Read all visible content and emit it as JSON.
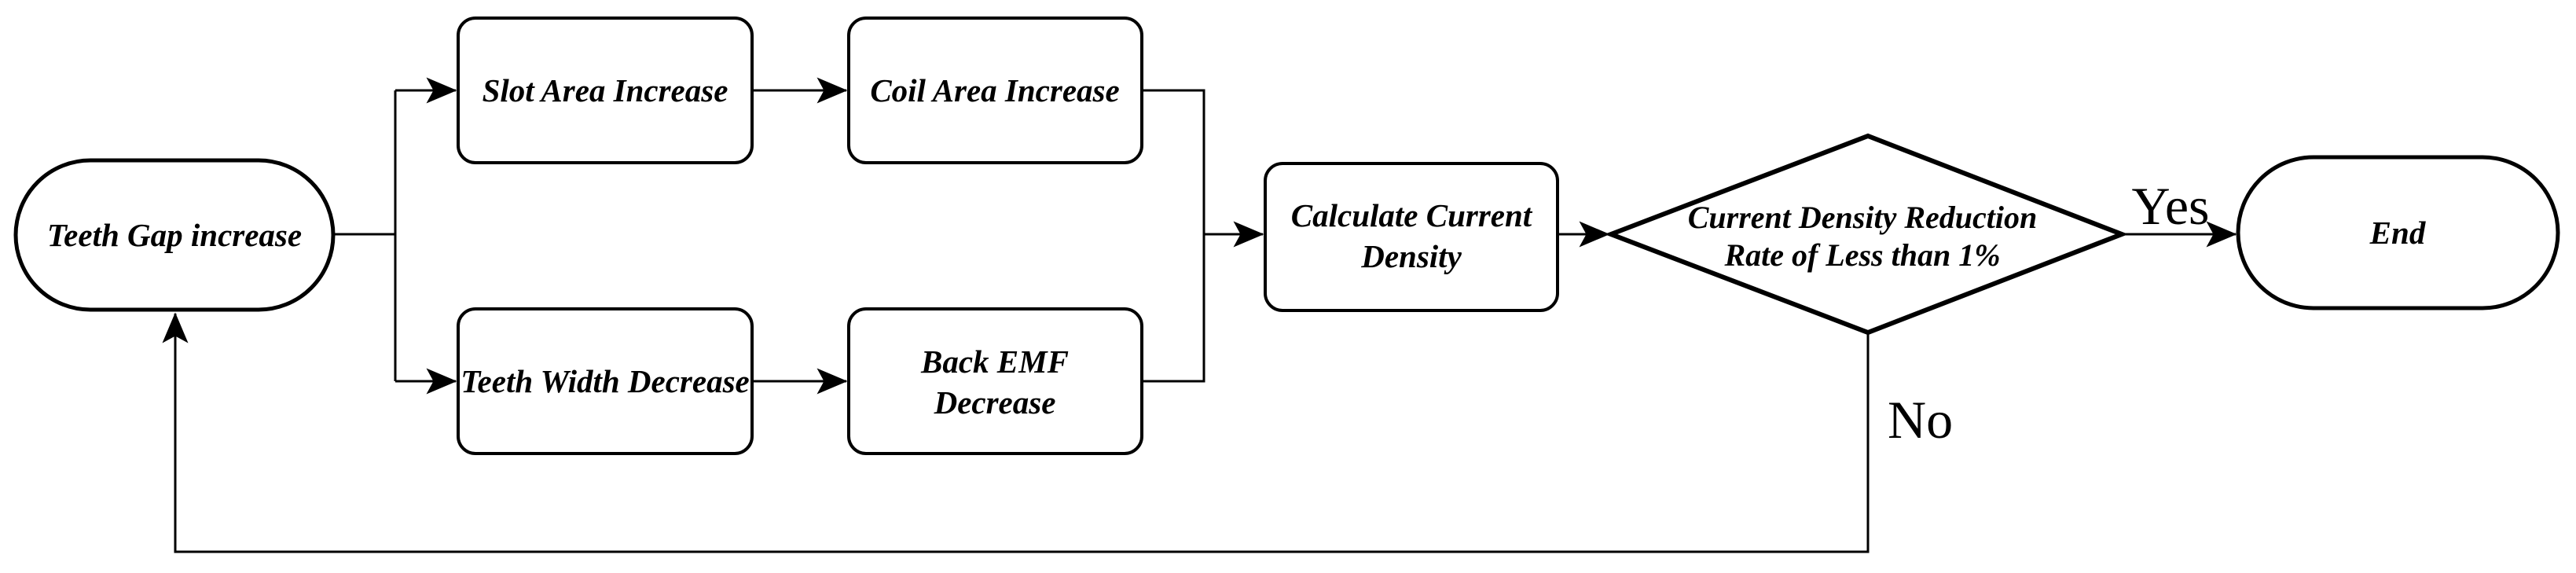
{
  "flowchart": {
    "colors": {
      "background": "#ffffff",
      "stroke": "#000000",
      "text": "#000000"
    },
    "nodes": {
      "start": {
        "type": "terminator",
        "lines": [
          "Teeth Gap increase"
        ]
      },
      "slot_area": {
        "type": "process",
        "lines": [
          "Slot Area Increase"
        ]
      },
      "coil_area": {
        "type": "process",
        "lines": [
          "Coil Area Increase"
        ]
      },
      "teeth_width": {
        "type": "process",
        "lines": [
          "Teeth Width Decrease"
        ]
      },
      "back_emf": {
        "type": "process",
        "lines": [
          "Back EMF",
          "Decrease"
        ]
      },
      "calculate": {
        "type": "process",
        "lines": [
          "Calculate Current",
          "Density"
        ]
      },
      "decision": {
        "type": "decision",
        "lines": [
          "Current Density Reduction",
          "Rate of Less than 1%"
        ]
      },
      "end": {
        "type": "terminator",
        "lines": [
          "End"
        ]
      }
    },
    "edge_labels": {
      "yes": "Yes",
      "no": "No"
    },
    "edges": [
      {
        "from": "start",
        "to": "slot_area",
        "label": ""
      },
      {
        "from": "start",
        "to": "teeth_width",
        "label": ""
      },
      {
        "from": "slot_area",
        "to": "coil_area",
        "label": ""
      },
      {
        "from": "teeth_width",
        "to": "back_emf",
        "label": ""
      },
      {
        "from": "coil_area",
        "to": "calculate",
        "label": ""
      },
      {
        "from": "back_emf",
        "to": "calculate",
        "label": ""
      },
      {
        "from": "calculate",
        "to": "decision",
        "label": ""
      },
      {
        "from": "decision",
        "to": "end",
        "label": "Yes"
      },
      {
        "from": "decision",
        "to": "start",
        "label": "No"
      }
    ]
  }
}
